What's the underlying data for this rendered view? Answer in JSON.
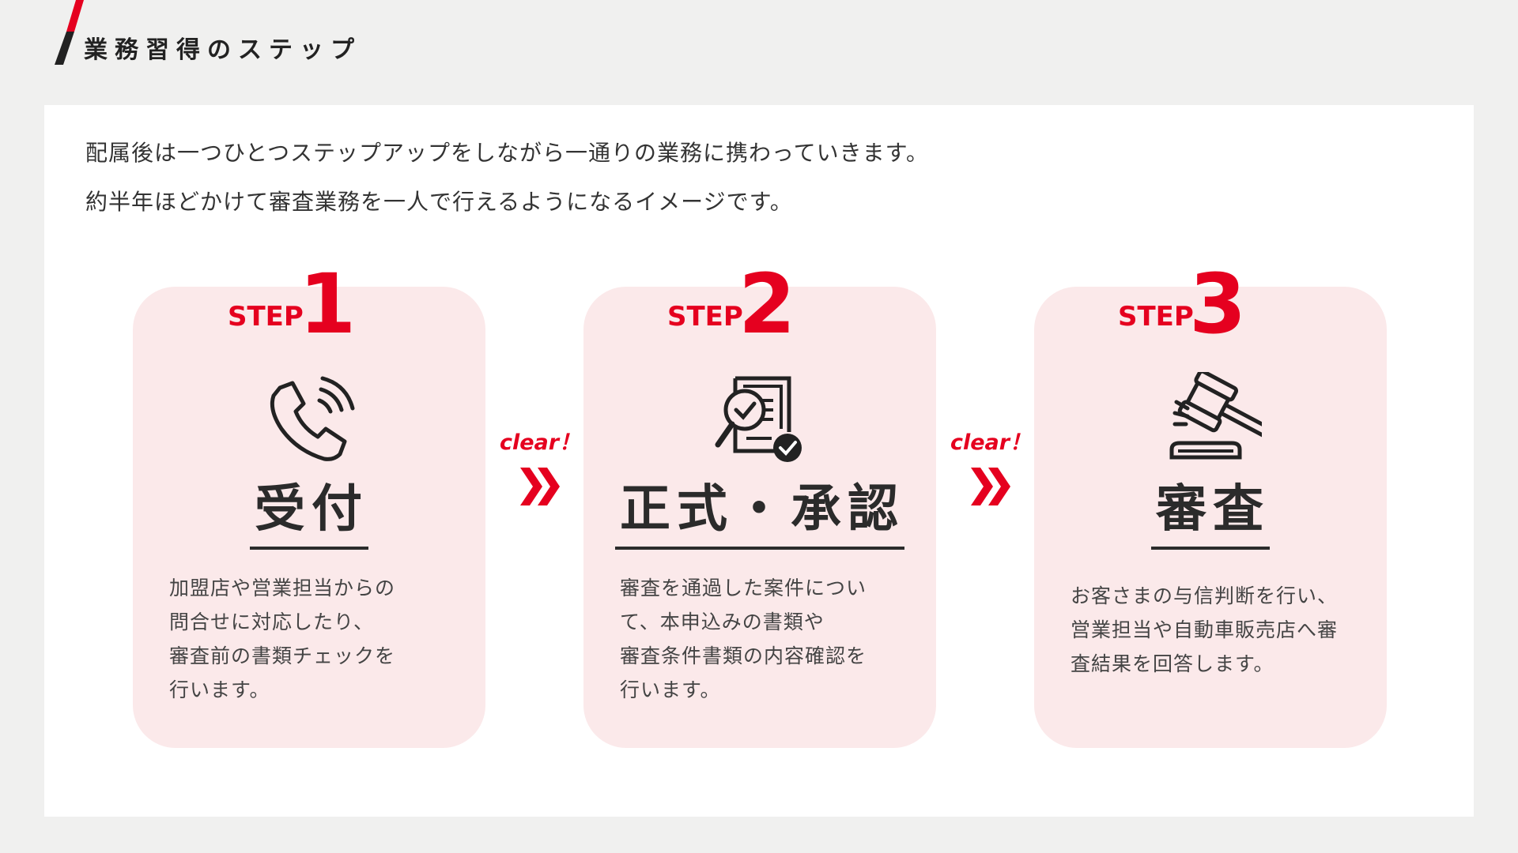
{
  "header": {
    "title": "業務習得のステップ"
  },
  "intro": {
    "line1": "配属後は一つひとつステップアップをしながら一通りの業務に携わっていきます。",
    "line2": "約半年ほどかけて審査業務を一人で行えるようになるイメージです。"
  },
  "steps": [
    {
      "step_word": "STEP",
      "step_number": "1",
      "title": "受付",
      "icon": "phone-icon",
      "desc": [
        "加盟店や営業担当からの",
        "問合せに対応したり、",
        "審査前の書類チェックを",
        "行います。"
      ]
    },
    {
      "step_word": "STEP",
      "step_number": "2",
      "title": "正式・承認",
      "icon": "document-check-icon",
      "desc": [
        "審査を通過した案件につい",
        "て、本申込みの書類や",
        "審査条件書類の内容確認を",
        "行います。"
      ]
    },
    {
      "step_word": "STEP",
      "step_number": "3",
      "title": "審査",
      "icon": "gavel-icon",
      "desc": [
        "お客さまの与信判断を行い、",
        "営業担当や自動車販売店へ審",
        "査結果を回答します。"
      ]
    }
  ],
  "connectors": [
    {
      "label": "clear！",
      "icon": "double-chevron-right-icon"
    },
    {
      "label": "clear！",
      "icon": "double-chevron-right-icon"
    }
  ],
  "colors": {
    "accent": "#e5001f",
    "card_bg": "#fbe9ea",
    "page_bg": "#f0f0ef",
    "text": "#333333"
  }
}
